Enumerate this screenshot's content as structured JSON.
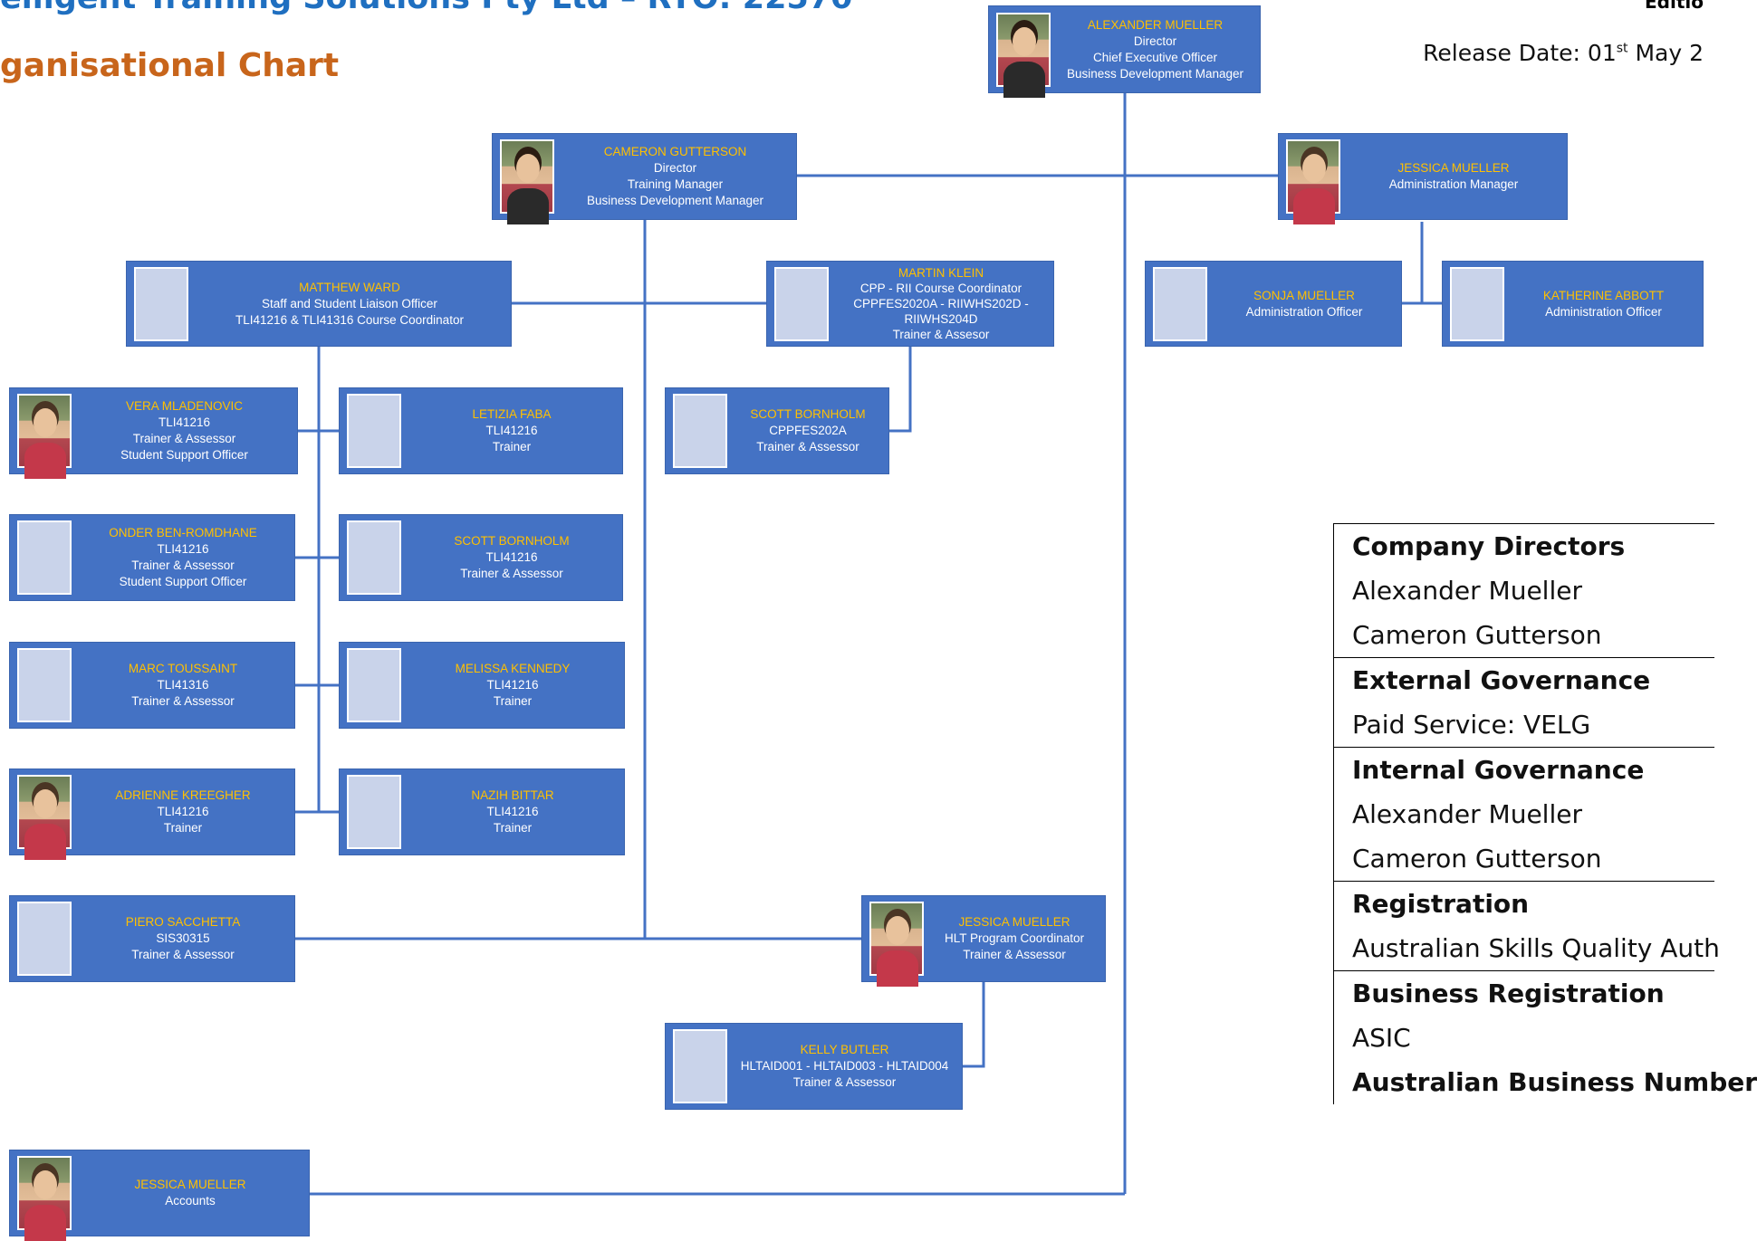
{
  "header": {
    "company_title": "elligent Training Solutions Pty Ltd – RTO: 22570",
    "chart_title": "ganisational Chart",
    "edition_label": "Editio",
    "release_prefix": "Release Date: 01",
    "release_sup": "st",
    "release_suffix": " May 2"
  },
  "nodes": {
    "alexander": {
      "name": "ALEXANDER MUELLER",
      "l1": "Director",
      "l2": "Chief Executive Officer",
      "l3": "Business Development Manager"
    },
    "cameron": {
      "name": "CAMERON GUTTERSON",
      "l1": "Director",
      "l2": "Training Manager",
      "l3": "Business Development Manager"
    },
    "jessica_admin": {
      "name": "JESSICA MUELLER",
      "l1": "Administration Manager"
    },
    "sonja": {
      "name": "SONJA MUELLER",
      "l1": "Administration Officer"
    },
    "katherine": {
      "name": "KATHERINE ABBOTT",
      "l1": "Administration Officer"
    },
    "matthew": {
      "name": "MATTHEW WARD",
      "l1": "Staff and Student Liaison Officer",
      "l2": "TLI41216 & TLI41316 Course Coordinator"
    },
    "martin": {
      "name": "MARTIN KLEIN",
      "l1": "CPP - RII Course Coordinator",
      "l2": "CPPFES2020A - RIIWHS202D -",
      "l3": "RIIWHS204D",
      "l4": "Trainer & Assesor"
    },
    "scott_b1": {
      "name": "SCOTT BORNHOLM",
      "l1": "CPPFES202A",
      "l2": "Trainer & Assessor"
    },
    "vera": {
      "name": "VERA MLADENOVIC",
      "l1": "TLI41216",
      "l2": "Trainer & Assessor",
      "l3": "Student Support Officer"
    },
    "letizia": {
      "name": "LETIZIA FABA",
      "l1": "TLI41216",
      "l2": "Trainer"
    },
    "onder": {
      "name": "ONDER BEN-ROMDHANE",
      "l1": "TLI41216",
      "l2": "Trainer & Assessor",
      "l3": "Student Support Officer"
    },
    "scott_b2": {
      "name": "SCOTT BORNHOLM",
      "l1": "TLI41216",
      "l2": "Trainer & Assessor"
    },
    "marc": {
      "name": "MARC TOUSSAINT",
      "l1": "TLI41316",
      "l2": "Trainer & Assessor"
    },
    "melissa": {
      "name": "MELISSA KENNEDY",
      "l1": "TLI41216",
      "l2": "Trainer"
    },
    "adrienne": {
      "name": "ADRIENNE KREEGHER",
      "l1": "TLI41216",
      "l2": "Trainer"
    },
    "nazih": {
      "name": "NAZIH BITTAR",
      "l1": "TLI41216",
      "l2": "Trainer"
    },
    "piero": {
      "name": "PIERO SACCHETTA",
      "l1": "SIS30315",
      "l2": "Trainer & Assessor"
    },
    "jessica_hlt": {
      "name": "JESSICA MUELLER",
      "l1": "HLT Program Coordinator",
      "l2": "Trainer & Assessor"
    },
    "kelly": {
      "name": "KELLY BUTLER",
      "l1": "HLTAID001 - HLTAID003 - HLTAID004",
      "l2": "Trainer & Assessor"
    },
    "jessica_acc": {
      "name": "JESSICA MUELLER",
      "l1": "Accounts"
    }
  },
  "governance": {
    "directors_title": "Company Directors",
    "directors": [
      "Alexander Mueller",
      "Cameron Gutterson"
    ],
    "external_title": "External Governance",
    "external": [
      "Paid Service: VELG"
    ],
    "internal_title": "Internal Governance",
    "internal": [
      "Alexander Mueller",
      "Cameron Gutterson"
    ],
    "registration_title": "Registration",
    "registration": [
      "Australian Skills Quality Auth"
    ],
    "business_reg_title": "Business Registration",
    "business_reg": [
      "ASIC"
    ],
    "abn_title": "Australian Business Number"
  },
  "colors": {
    "box": "#4472c4",
    "name": "#ffc000",
    "line": "#4472c4",
    "company_title": "#1f6fc0",
    "chart_title": "#c8651b"
  }
}
